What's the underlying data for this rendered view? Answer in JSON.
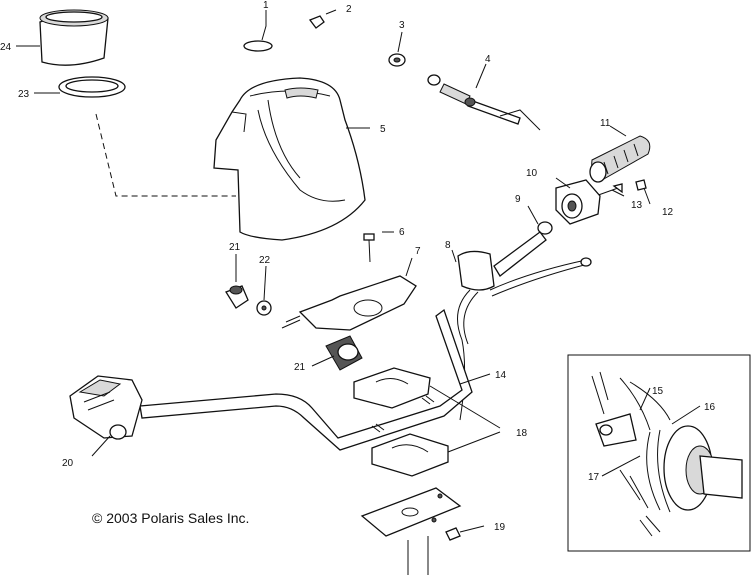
{
  "diagram": {
    "callouts": [
      "1",
      "2",
      "3",
      "4",
      "5",
      "6",
      "7",
      "8",
      "9",
      "10",
      "11",
      "12",
      "13",
      "14",
      "15",
      "16",
      "17",
      "18",
      "19",
      "20",
      "21",
      "21",
      "22",
      "23",
      "24"
    ],
    "copyright": "© 2003 Polaris Sales Inc."
  }
}
